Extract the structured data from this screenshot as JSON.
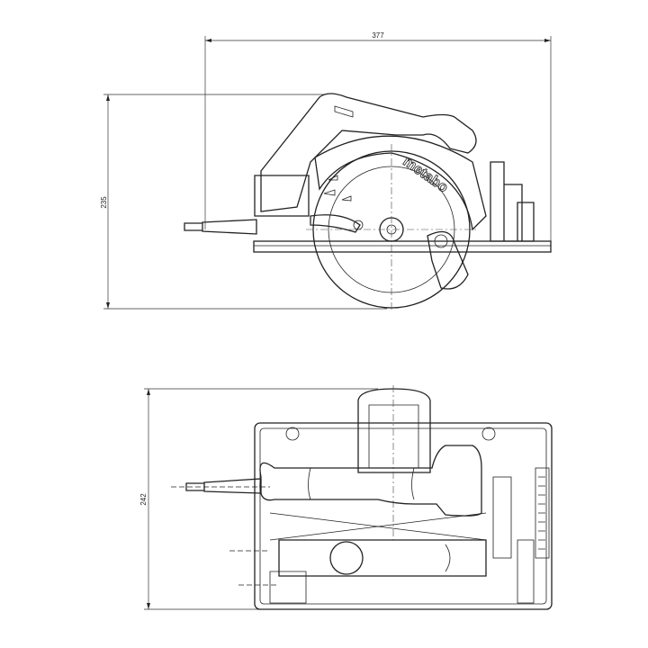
{
  "drawing": {
    "side_view": {
      "width_dimension": "377",
      "height_dimension": "235",
      "brand_logo": "metabo"
    },
    "top_view": {
      "depth_dimension": "242"
    }
  }
}
